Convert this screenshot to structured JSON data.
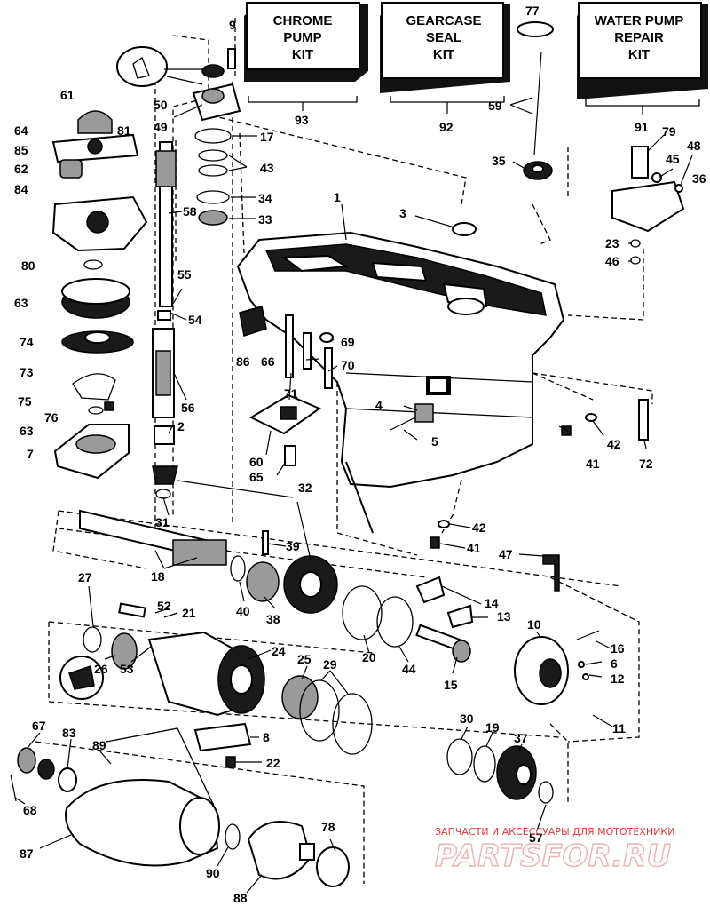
{
  "kits": [
    {
      "name": "chrome-pump-kit",
      "lines": [
        "CHROME",
        "PUMP",
        "KIT"
      ],
      "ref": "93"
    },
    {
      "name": "gearcase-seal-kit",
      "lines": [
        "GEARCASE",
        "SEAL",
        "KIT"
      ],
      "ref": "92"
    },
    {
      "name": "water-pump-repair-kit",
      "lines": [
        "WATER PUMP",
        "REPAIR",
        "KIT"
      ],
      "ref": "91"
    }
  ],
  "labels": [
    "9",
    "77",
    "50",
    "49",
    "17",
    "43",
    "34",
    "33",
    "58",
    "61",
    "64",
    "81",
    "85",
    "62",
    "84",
    "80",
    "63",
    "74",
    "73",
    "75",
    "76",
    "63",
    "7",
    "55",
    "54",
    "56",
    "2",
    "31",
    "32",
    "1",
    "3",
    "59",
    "35",
    "79",
    "48",
    "45",
    "36",
    "23",
    "46",
    "69",
    "86",
    "66",
    "70",
    "71",
    "4",
    "5",
    "60",
    "65",
    "42",
    "41",
    "72",
    "39",
    "42",
    "41",
    "47",
    "18",
    "40",
    "38",
    "27",
    "52",
    "21",
    "14",
    "13",
    "10",
    "16",
    "6",
    "12",
    "11",
    "24",
    "25",
    "29",
    "20",
    "44",
    "15",
    "26",
    "53",
    "30",
    "19",
    "37",
    "67",
    "83",
    "89",
    "8",
    "22",
    "68",
    "87",
    "90",
    "88",
    "78",
    "57"
  ],
  "watermark": {
    "top": "ЗАПЧАСТИ И АКСЕССУАРЫ ДЛЯ МОТОТЕХНИКИ",
    "logo": "PARTSFOR.RU"
  }
}
